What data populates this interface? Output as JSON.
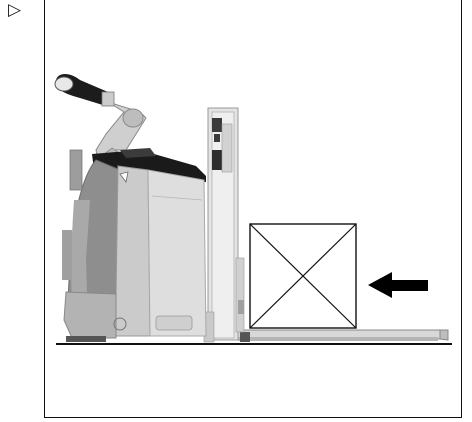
{
  "marker": {
    "glyph": "▷",
    "icon": "triangle-right-outline-icon"
  },
  "illustration": {
    "subject": "pallet-stacker-forklift",
    "load": "crossed-box-pallet",
    "arrow_direction": "left",
    "colors": {
      "body_light": "#e0e0e0",
      "body_mid": "#c6c6c6",
      "body_dark": "#9a9a9a",
      "body_shadow": "#7d7d7d",
      "handle": "#1c1c1c",
      "outline": "#111111",
      "arrow": "#000000",
      "frame": "#111111"
    }
  }
}
